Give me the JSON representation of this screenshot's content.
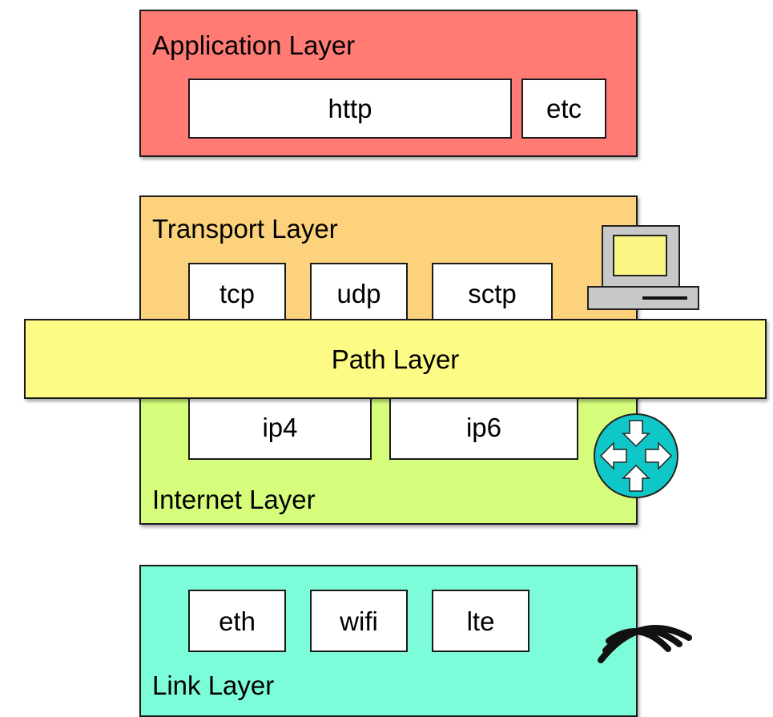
{
  "layers": {
    "application": {
      "title": "Application Layer",
      "color": "#ff7b73",
      "protocols": [
        "http",
        "etc"
      ]
    },
    "transport": {
      "title": "Transport Layer",
      "color": "#fdd27c",
      "protocols": [
        "tcp",
        "udp",
        "sctp"
      ]
    },
    "path": {
      "title": "Path Layer",
      "color": "#fcfb85"
    },
    "internet": {
      "title": "Internet Layer",
      "color": "#d5fc7b",
      "protocols": [
        "ip4",
        "ip6"
      ]
    },
    "link": {
      "title": "Link Layer",
      "color": "#7cfcd8",
      "protocols": [
        "eth",
        "wifi",
        "lte"
      ]
    }
  },
  "icons": {
    "host": "computer-icon",
    "router": "router-icon",
    "wireless": "wifi-icon"
  }
}
